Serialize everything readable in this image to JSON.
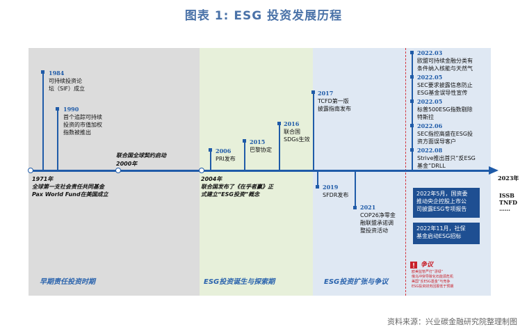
{
  "title": "图表 1: ESG 投资发展历程",
  "source": "资料来源：兴业碳金融研究院整理制图",
  "colors": {
    "period1": "#dcdcdc",
    "period2": "#e7f0da",
    "period3": "#dfe8f3",
    "period4": "#dfe8f3",
    "axis": "#1f5ba8",
    "box": "#1e4f92",
    "alert": "#c8202a"
  },
  "periods": [
    {
      "label": "早期责任投资时期"
    },
    {
      "label": "ESG投资诞生与探索期"
    },
    {
      "label": "ESG投资扩张与争议"
    }
  ],
  "axis_events": [
    {
      "year": "1971年",
      "text": "全球第一支社会责任共同基金\nPax World Fund在美国成立"
    },
    {
      "year": "2000年",
      "text": "联合国全球契约启动"
    },
    {
      "year": "2004年",
      "text": "联合国发布了《在乎者赢》正\n式建立“ESG投资”概念"
    },
    {
      "year": "2023年"
    }
  ],
  "above_events": [
    {
      "year": "1984",
      "text": "可持续投资论\n坛（SIF）成立"
    },
    {
      "year": "1990",
      "text": "首个追踪可持续\n投资的市值加权\n指数被推出"
    },
    {
      "year": "2006",
      "text": "PRI发布"
    },
    {
      "year": "2015",
      "text": "巴黎协定"
    },
    {
      "year": "2016",
      "text": "联合国\nSDGs生效"
    },
    {
      "year": "2017",
      "text": "TCFD第一版\n披露指南发布"
    }
  ],
  "below_events": [
    {
      "year": "2019",
      "text": "SFDR发布"
    },
    {
      "year": "2021",
      "text": "COP26净零金\n融联盟承诺调\n整投资活动"
    }
  ],
  "recent_events": [
    {
      "date": "2022.03",
      "text": "欧盟可持续金融分类有\n条件纳入核能与天然气"
    },
    {
      "date": "2022.05",
      "text": "SEC要求披露信息防止\nESG基金误导性宣传"
    },
    {
      "date": "2022.05",
      "text": "标普500ESG指数剔除\n特斯拉"
    },
    {
      "date": "2022.06",
      "text": "SEC指控高盛在ESG投\n资方面误导客户"
    },
    {
      "date": "2022.08",
      "text": "Strive推出首只“反ESG\n基金”DRLL"
    }
  ],
  "boxes": [
    {
      "text": "2022年5月，国资委\n推动央企控股上市公\n司披露ESG专项报告"
    },
    {
      "text": "2022年11月，社保\n基金启动ESG招标"
    }
  ],
  "future_items": [
    "ISSB",
    "TNFD",
    "……"
  ],
  "controversy": {
    "label": "争议",
    "lines": [
      "欧美监管严打“漂绿”",
      "俄乌冲突导致化石能源危机",
      "美国“反ESG基金”与竞争",
      "ESG投资财务回报低于预期"
    ]
  }
}
